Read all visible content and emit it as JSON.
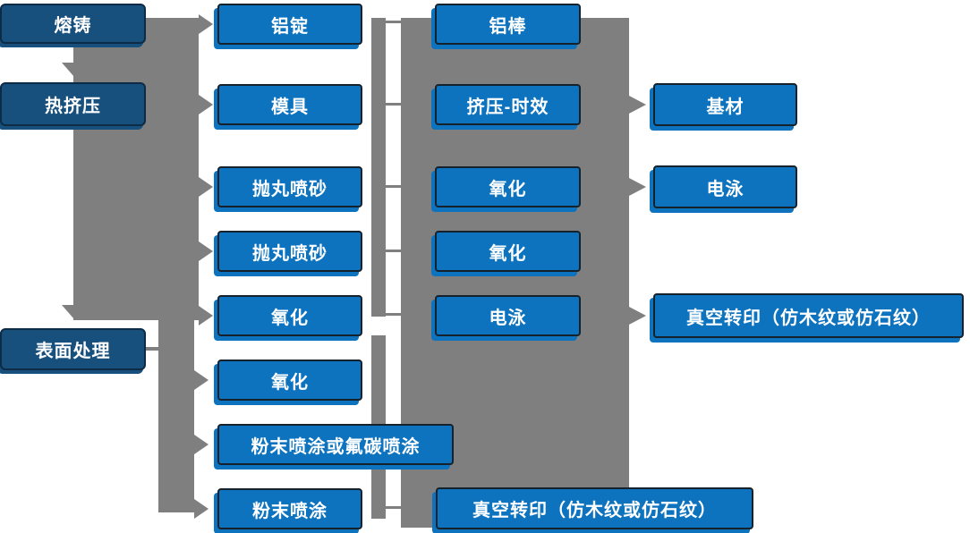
{
  "diagram_type": "process-flowchart",
  "language": "zh-CN",
  "colors": {
    "stage_box_fill": "#174f7d",
    "process_box_fill": "#0d73bf",
    "box_border": "#15222c",
    "stage_box_border": "#0d2b44",
    "connector_gray": "#7f7f7f",
    "text": "#ffffff",
    "background": "#ffffff"
  },
  "columns": {
    "c1": [
      {
        "label": "熔铸"
      },
      {
        "label": "热挤压"
      },
      {
        "label": "表面处理"
      }
    ],
    "c2": [
      {
        "label": "铝锭"
      },
      {
        "label": "模具"
      },
      {
        "label": "抛丸喷砂"
      },
      {
        "label": "抛丸喷砂"
      },
      {
        "label": "氧化"
      },
      {
        "label": "氧化"
      },
      {
        "label": "粉末喷涂或氟碳喷涂"
      },
      {
        "label": "粉末喷涂"
      }
    ],
    "c3": [
      {
        "label": "铝棒"
      },
      {
        "label": "挤压-时效"
      },
      {
        "label": "氧化"
      },
      {
        "label": "氧化"
      },
      {
        "label": "电泳"
      },
      {
        "label": "真空转印（仿木纹或仿石纹）"
      }
    ],
    "c4": [
      {
        "label": "基材"
      },
      {
        "label": "电泳"
      },
      {
        "label": "真空转印（仿木纹或仿石纹）"
      }
    ]
  },
  "edges": [
    {
      "from": "熔铸",
      "to": "热挤压"
    },
    {
      "from": "熔铸/热挤压",
      "to": "铝锭"
    },
    {
      "from": "热挤压",
      "to": "模具"
    },
    {
      "from": "热挤压",
      "to": "抛丸喷砂 (1)"
    },
    {
      "from": "热挤压",
      "to": "抛丸喷砂 (2)"
    },
    {
      "from": "热挤压",
      "to": "氧化 (1)"
    },
    {
      "from": "热挤压",
      "to": "表面处理"
    },
    {
      "from": "表面处理",
      "to": "氧化 (2)"
    },
    {
      "from": "表面处理",
      "to": "粉末喷涂或氟碳喷涂"
    },
    {
      "from": "表面处理",
      "to": "粉末喷涂"
    },
    {
      "from": "挤压-时效",
      "to": "基材"
    },
    {
      "from": "氧化 (列3)",
      "to": "电泳"
    },
    {
      "from": "电泳 (列3)",
      "to": "真空转印（仿木纹或仿石纹）"
    },
    {
      "from": "粉末喷涂",
      "to": "真空转印（仿木纹或仿石纹）"
    }
  ]
}
